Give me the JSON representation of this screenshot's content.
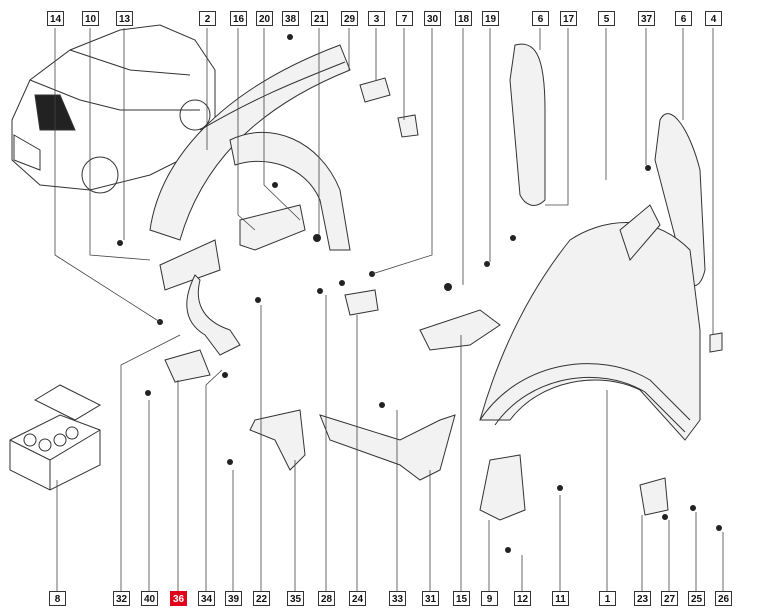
{
  "colors": {
    "line": "#444444",
    "part_stroke": "#333333",
    "part_fill": "#f2f2f2",
    "highlight": "#e0001a"
  },
  "top_labels": [
    "14",
    "10",
    "13",
    "2",
    "16",
    "20",
    "38",
    "21",
    "29",
    "3",
    "7",
    "30",
    "18",
    "19",
    "6",
    "17",
    "5",
    "37",
    "6",
    "4"
  ],
  "bottom_labels": [
    "8",
    "32",
    "40",
    "36",
    "34",
    "39",
    "22",
    "35",
    "28",
    "24",
    "33",
    "31",
    "15",
    "9",
    "12",
    "11",
    "1",
    "23",
    "27",
    "25",
    "26"
  ],
  "highlighted_label": "36"
}
